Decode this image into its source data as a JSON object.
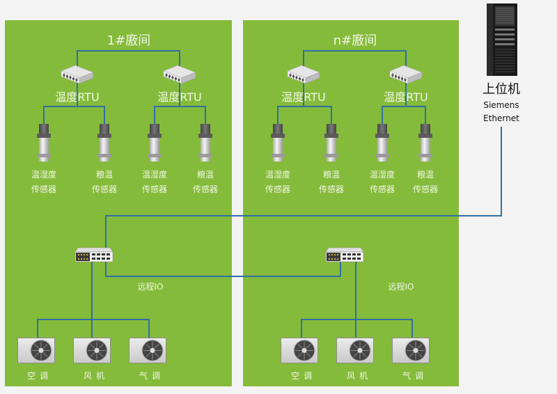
{
  "colors": {
    "background": "#f3f3f3",
    "zone_fill": "#85bb3a",
    "wire": "#2e6fa6",
    "label_text": "#f1f6e6",
    "host_text": "#111111"
  },
  "host": {
    "title": "上位机",
    "protocol_line1": "Siemens",
    "protocol_line2": "Ethernet",
    "icon": "server-rack-icon"
  },
  "zones": [
    {
      "title": "1#廒间",
      "rtus": [
        {
          "label": "温度RTU",
          "sensors": [
            {
              "line1": "温湿度",
              "line2": "传感器"
            },
            {
              "line1": "粮温",
              "line2": "传感器"
            }
          ]
        },
        {
          "label": "温度RTU",
          "sensors": [
            {
              "line1": "温湿度",
              "line2": "传感器"
            },
            {
              "line1": "粮温",
              "line2": "传感器"
            }
          ]
        }
      ],
      "io_label": "远程IO",
      "equipment": [
        {
          "label": "空调"
        },
        {
          "label": "风机"
        },
        {
          "label": "气调"
        }
      ]
    },
    {
      "title": "n#廒间",
      "rtus": [
        {
          "label": "温度RTU",
          "sensors": [
            {
              "line1": "温湿度",
              "line2": "传感器"
            },
            {
              "line1": "粮温",
              "line2": "传感器"
            }
          ]
        },
        {
          "label": "温度RTU",
          "sensors": [
            {
              "line1": "温湿度",
              "line2": "传感器"
            },
            {
              "line1": "粮温",
              "line2": "传感器"
            }
          ]
        }
      ],
      "io_label": "远程IO",
      "equipment": [
        {
          "label": "空调"
        },
        {
          "label": "风机"
        },
        {
          "label": "气调"
        }
      ]
    }
  ]
}
